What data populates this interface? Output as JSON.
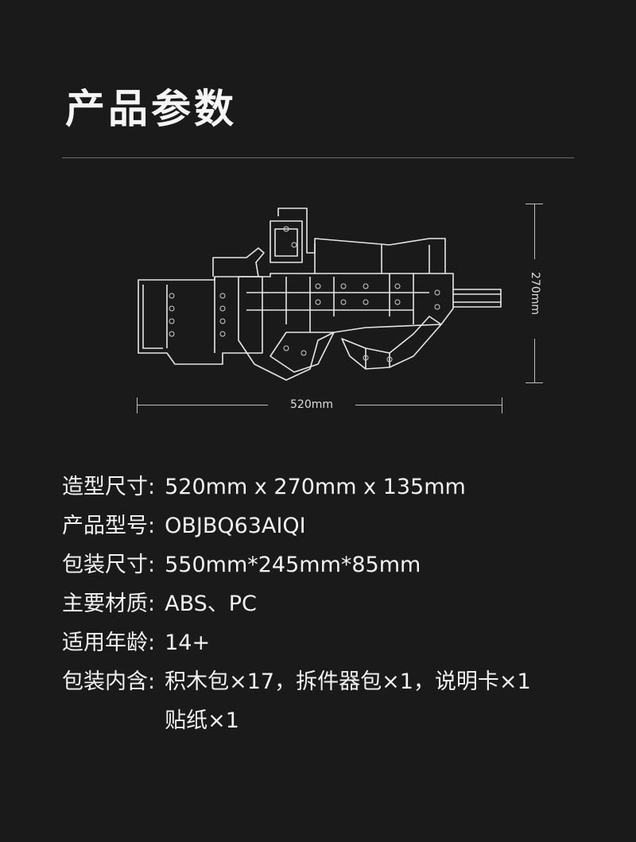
{
  "title": "产品参数",
  "dimensions": {
    "width_label": "520mm",
    "height_label": "270mm"
  },
  "specs": [
    {
      "key": "造型尺寸",
      "value": "520mm x 270mm x 135mm"
    },
    {
      "key": "产品型号",
      "value": "OBJBQ63AIQI"
    },
    {
      "key": "包装尺寸",
      "value": "550mm*245mm*85mm"
    },
    {
      "key": "主要材质",
      "value": "ABS、PC"
    },
    {
      "key": "适用年龄",
      "value": "14+"
    },
    {
      "key": "包装内含",
      "value": "积木包×17，拆件器包×1，说明卡×1 贴纸×1"
    }
  ],
  "colors": {
    "background": "#1a1a1a",
    "text": "#f2f2f2",
    "line": "#bdbdbd"
  }
}
